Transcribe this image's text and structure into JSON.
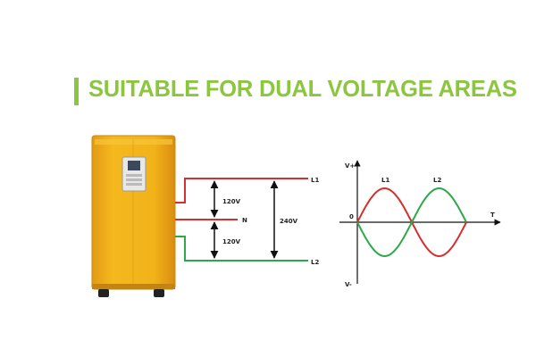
{
  "title": "SUITABLE FOR DUAL VOLTAGE AREAS",
  "wiring": {
    "line1": "L1",
    "neutral": "N",
    "line2": "L2",
    "upper_voltage": "120V",
    "lower_voltage": "120V",
    "total_voltage": "240V"
  },
  "waveform": {
    "v_plus": "V+",
    "v_minus": "V-",
    "zero": "0",
    "t_axis": "T",
    "l1": "L1",
    "l2": "L2"
  },
  "colors": {
    "accent": "#8cc63f",
    "l1_wire": "#d62f2f",
    "l2_wire": "#2ea84a",
    "cabinet": "#f1b21a"
  }
}
